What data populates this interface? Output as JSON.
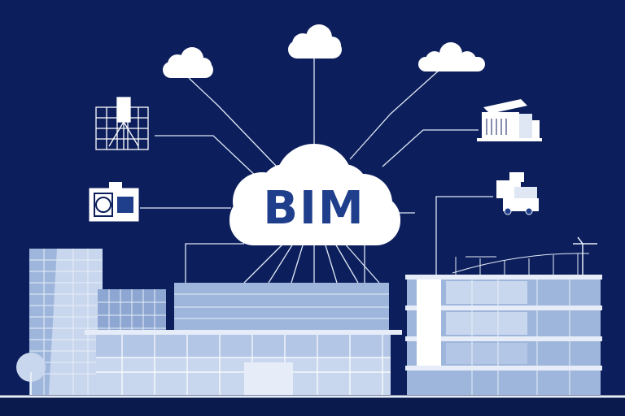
{
  "cloud": {
    "label": "BIM"
  },
  "colors": {
    "background": "#0c1f5c",
    "line": "#dfe7f5",
    "cloud": "#ffffff",
    "bim_text": "#1f3f8c",
    "glass": "#9fb6dc",
    "glass_light": "#c9d7ee",
    "frame": "#e6edf8"
  },
  "icons": [
    "cloud-icon-top",
    "cloud-icon-left",
    "cloud-icon-right",
    "wireframe-structure-icon",
    "building-block-icon",
    "equipment-box-icon",
    "machinery-icon"
  ]
}
